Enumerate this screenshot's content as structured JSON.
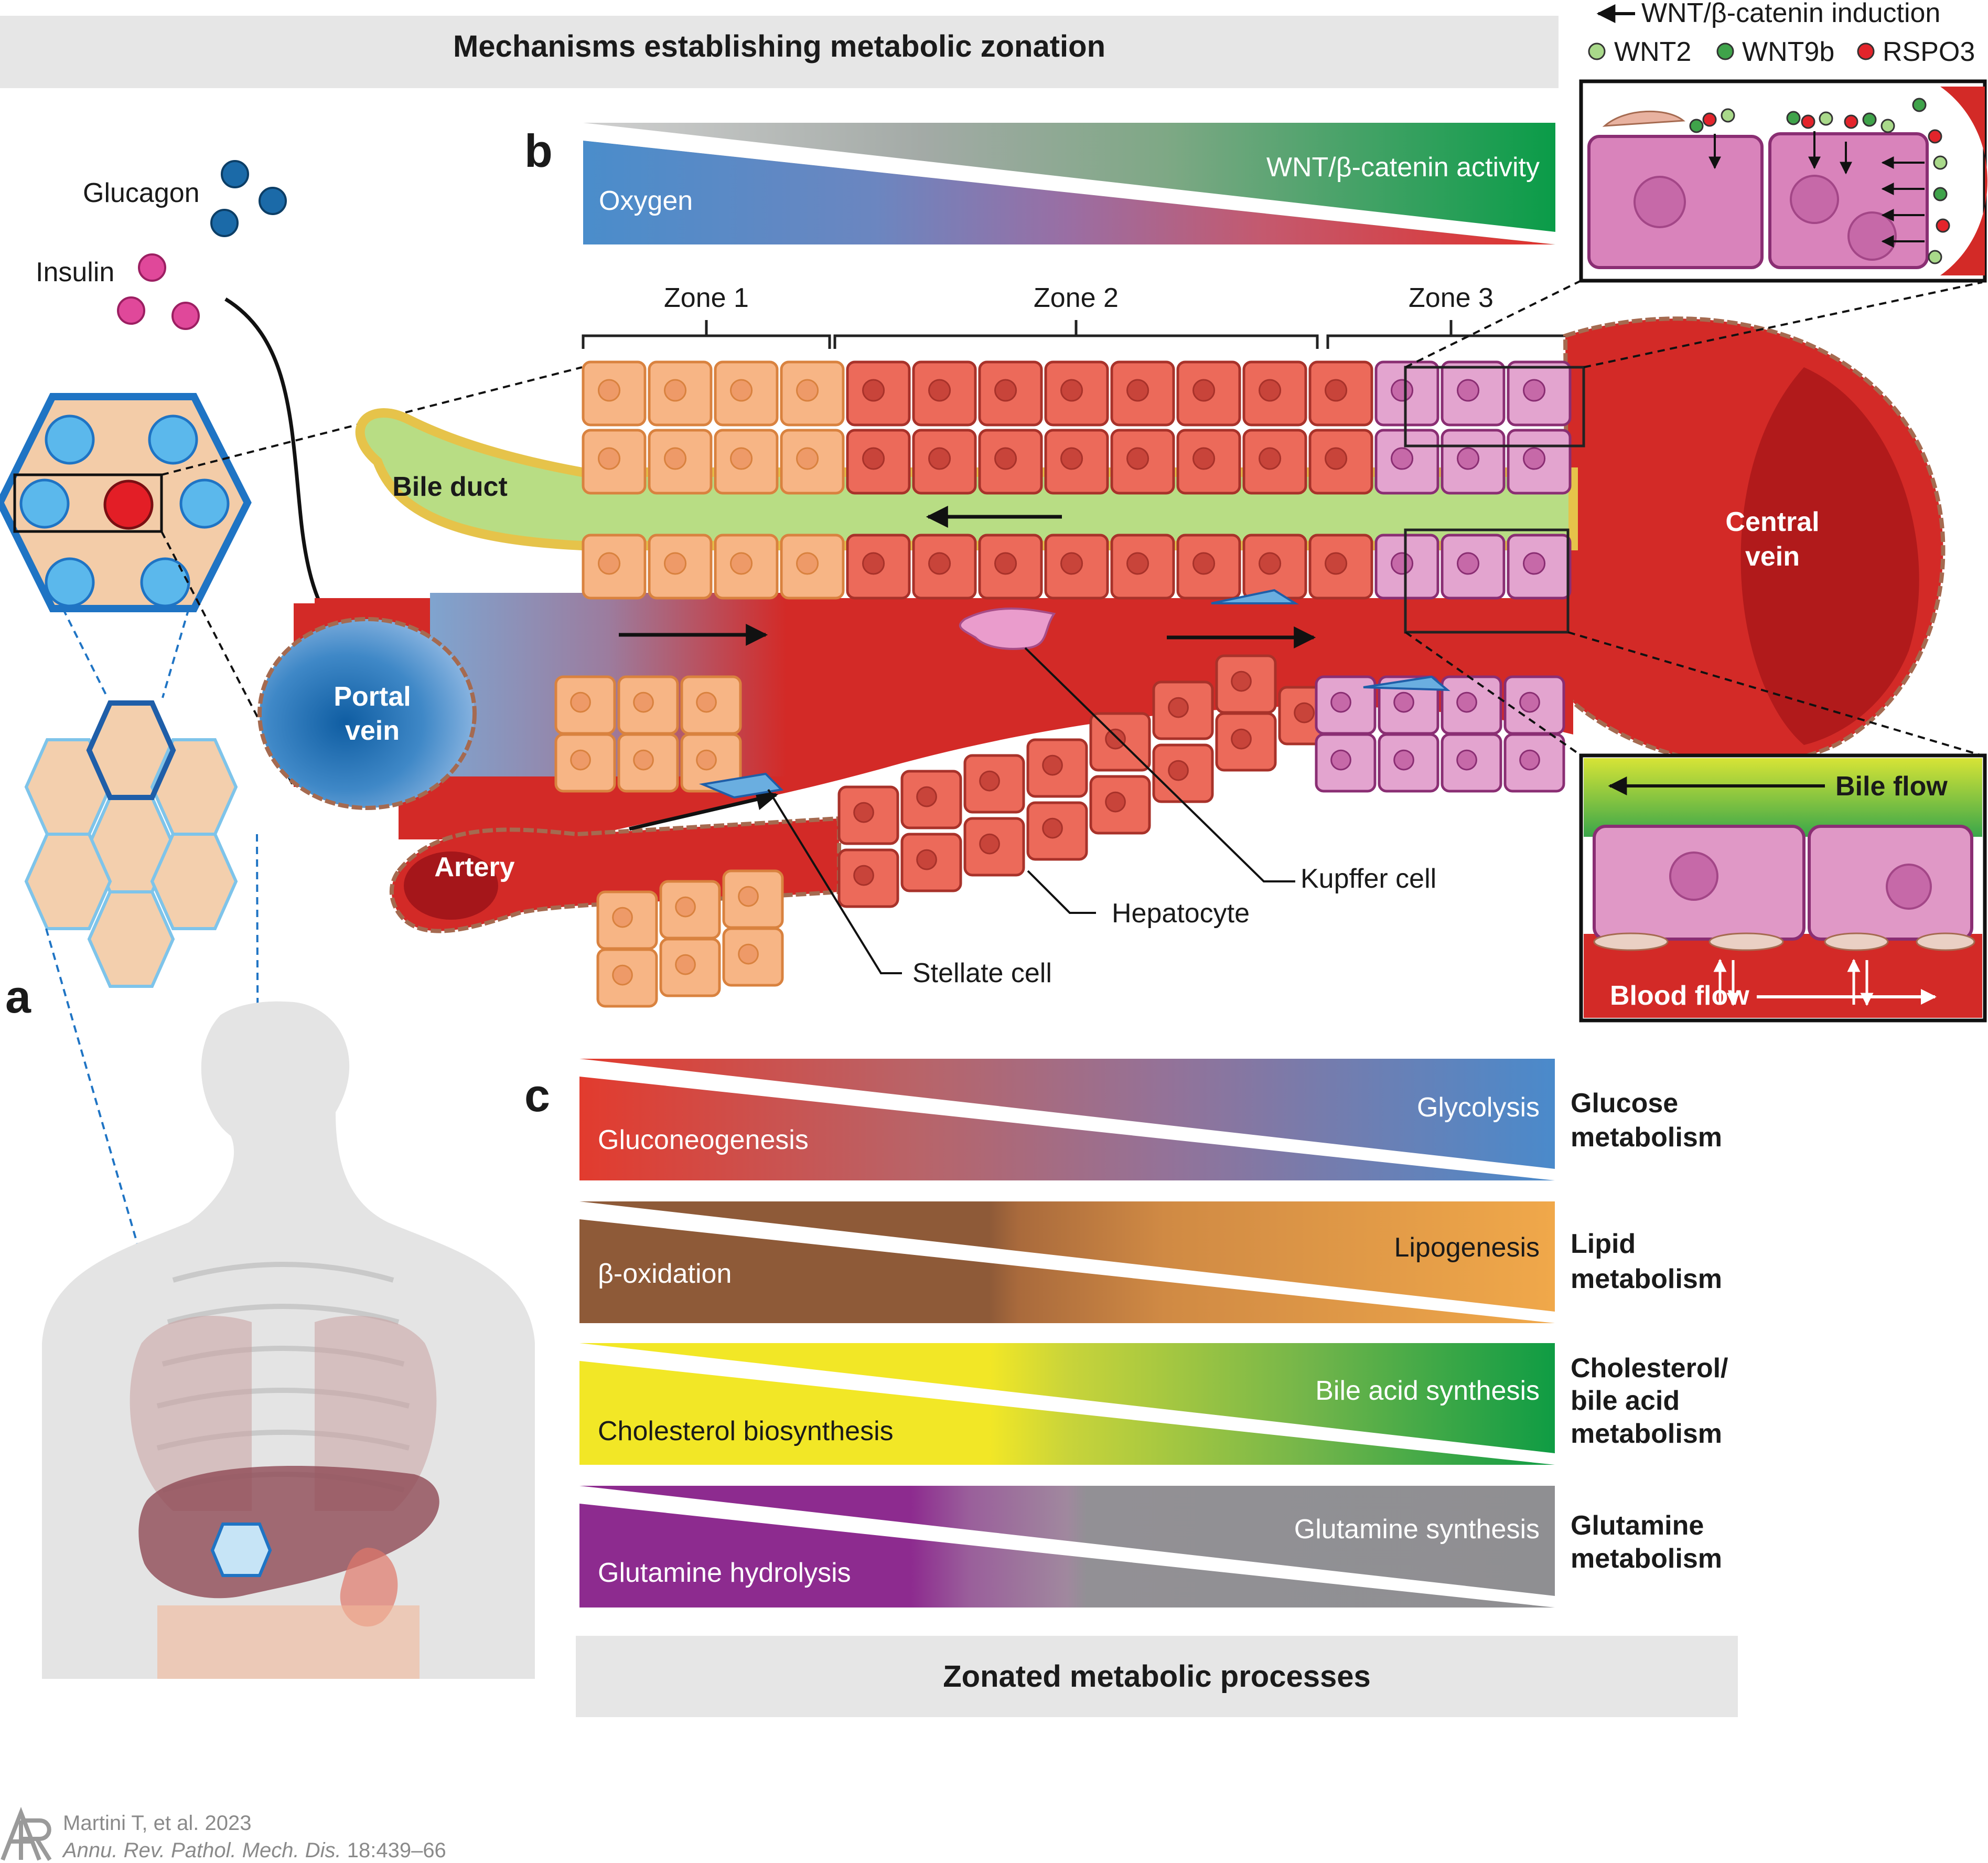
{
  "header": {
    "title": "Mechanisms establishing metabolic zonation"
  },
  "footer_title": "Zonated metabolic processes",
  "panel_labels": {
    "a": "a",
    "b": "b",
    "c": "c"
  },
  "hormones": {
    "glucagon": "Glucagon",
    "insulin": "Insulin"
  },
  "legend": {
    "induction": "WNT/β-catenin induction",
    "items": [
      {
        "label": "WNT2",
        "color": "#a9d98a"
      },
      {
        "label": "WNT9b",
        "color": "#3fa34a"
      },
      {
        "label": "RSPO3",
        "color": "#e3242b"
      }
    ]
  },
  "gradient_bar": {
    "left": "Oxygen",
    "right": "WNT/β-catenin activity"
  },
  "zones": [
    "Zone 1",
    "Zone 2",
    "Zone 3"
  ],
  "structures": {
    "bile_duct": "Bile duct",
    "portal_vein_1": "Portal",
    "portal_vein_2": "vein",
    "artery": "Artery",
    "central_vein_1": "Central",
    "central_vein_2": "vein"
  },
  "callouts": {
    "kupffer": "Kupffer cell",
    "hepatocyte": "Hepatocyte",
    "stellate": "Stellate cell"
  },
  "inset": {
    "bile_flow": "Bile flow",
    "blood_flow": "Blood flow"
  },
  "metabolism": [
    {
      "left": "Gluconeogenesis",
      "right": "Glycolysis",
      "category_1": "Glucose",
      "category_2": "metabolism",
      "category_3": ""
    },
    {
      "left": "β-oxidation",
      "right": "Lipogenesis",
      "category_1": "Lipid",
      "category_2": "metabolism",
      "category_3": ""
    },
    {
      "left": "Cholesterol biosynthesis",
      "right": "Bile acid synthesis",
      "category_1": "Cholesterol/",
      "category_2": "bile acid",
      "category_3": "metabolism"
    },
    {
      "left": "Glutamine hydrolysis",
      "right": "Glutamine synthesis",
      "category_1": "Glutamine",
      "category_2": "metabolism",
      "category_3": ""
    }
  ],
  "citation": {
    "line1": "Martini T, et al. 2023",
    "line2_italic": "Annu. Rev. Pathol. Mech. Dis.",
    "line2_plain": " 18:439–66"
  },
  "colors": {
    "blood": "#d32a27",
    "zone1": "#f7b585",
    "zone2": "#ec6a5a",
    "zone3": "#e3a4cf",
    "bile": "#b8dd84",
    "portal": "#3b84c4"
  }
}
